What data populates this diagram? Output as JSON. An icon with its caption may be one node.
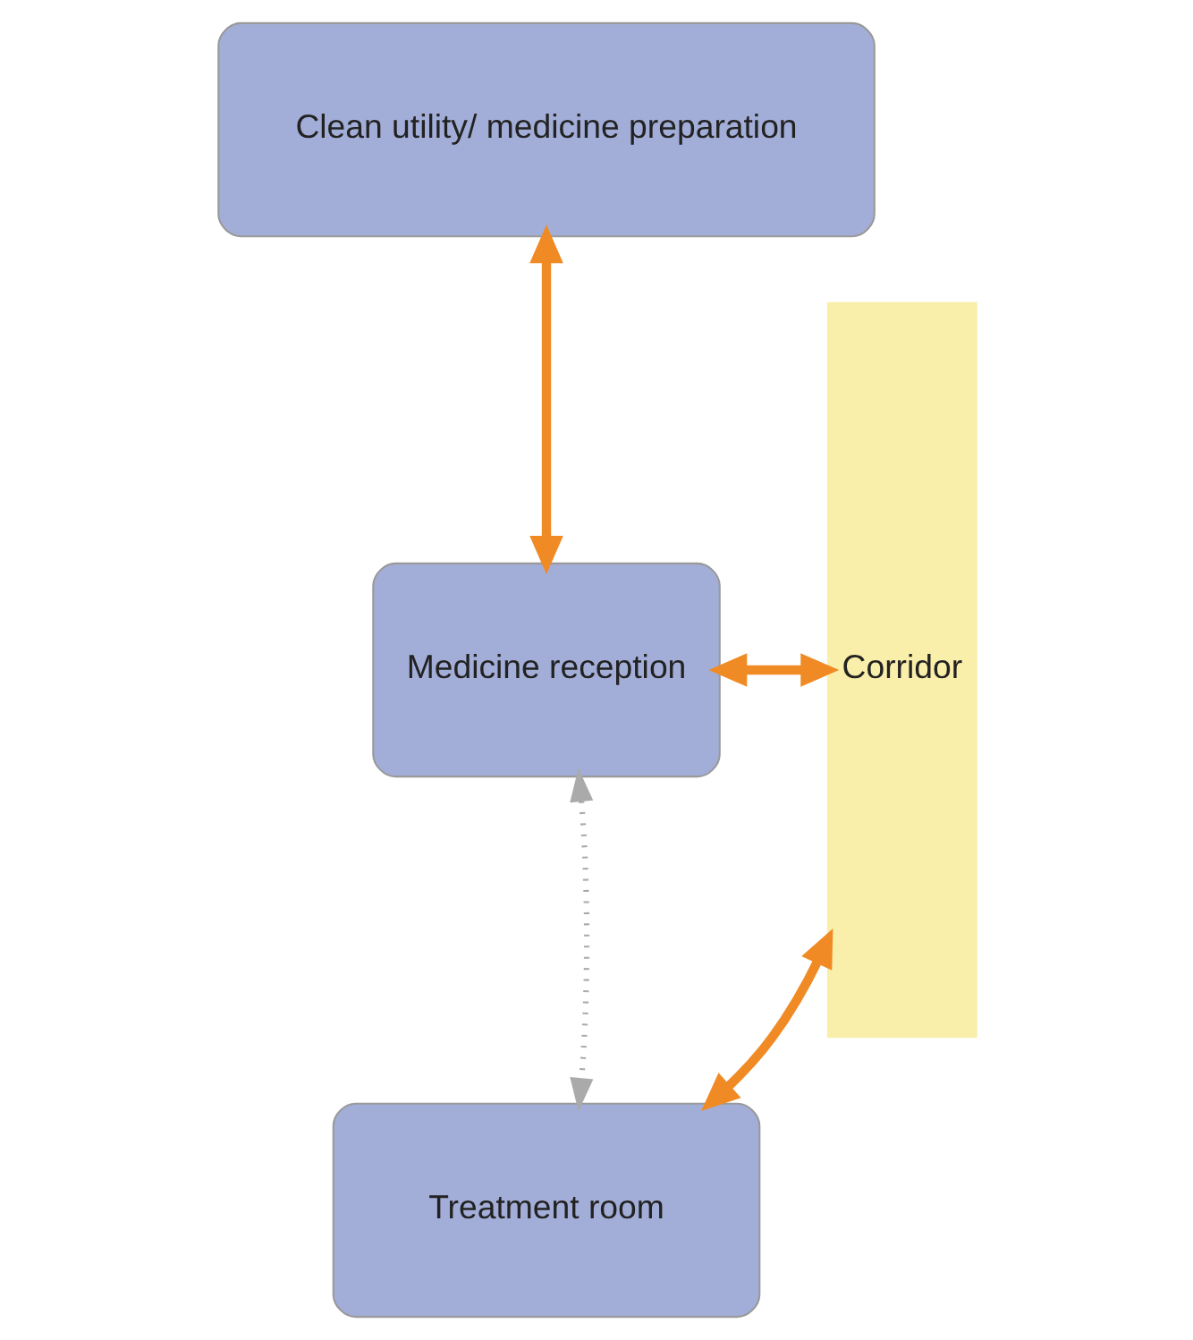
{
  "diagram": {
    "nodes": [
      {
        "text": [
          "Clean utility/ medicine preparation"
        ]
      },
      {
        "text": [
          "Medicine reception"
        ]
      },
      {
        "text": [
          "Treatment room"
        ]
      },
      {
        "text": [
          "Corridor"
        ]
      }
    ],
    "edges": [
      {
        "from": 0,
        "to": 1,
        "arrow": "both"
      },
      {
        "from": 1,
        "to": 3,
        "arrow": "both"
      },
      {
        "from": 2,
        "to": 1,
        "arrow": "both",
        "style": "dashed",
        "color": "#aaaaaa"
      },
      {
        "from": 2,
        "to": 3,
        "arrow": "both"
      }
    ]
  }
}
